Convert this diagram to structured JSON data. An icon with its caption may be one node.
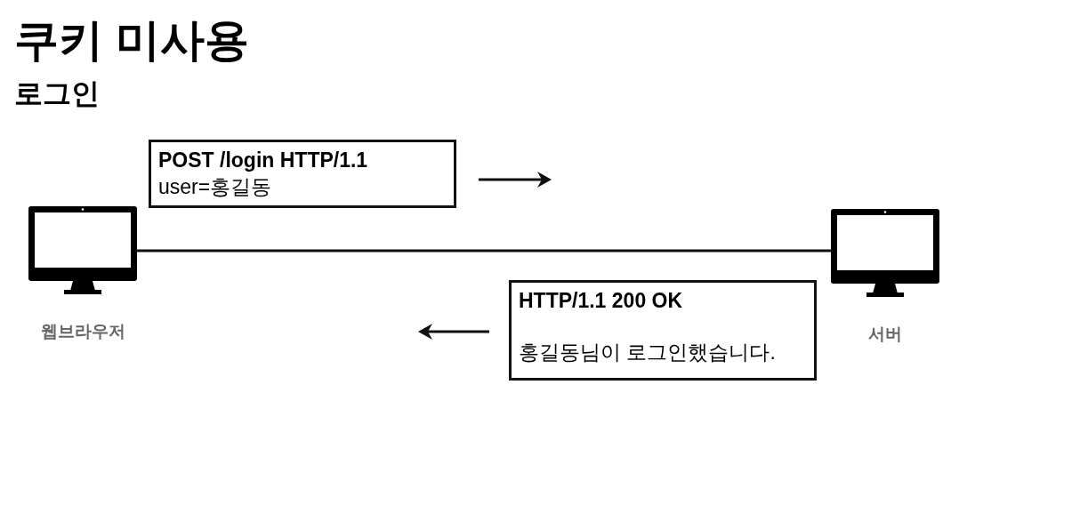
{
  "diagram": {
    "title": "쿠키 미사용",
    "nodes": [
      {
        "text": [
          "웹브라우저"
        ]
      },
      {
        "text": [
          "서버"
        ]
      },
      {
        "text": [
          "POST /login HTTP/1.1",
          "user=홍길동"
        ]
      },
      {
        "text": [
          "HTTP/1.1 200 OK",
          "홍길동님이 로그인했습니다."
        ]
      }
    ],
    "edges": [
      {
        "from": 0,
        "to": 1,
        "arrow": "none"
      }
    ],
    "labels": [
      "로그인"
    ]
  }
}
